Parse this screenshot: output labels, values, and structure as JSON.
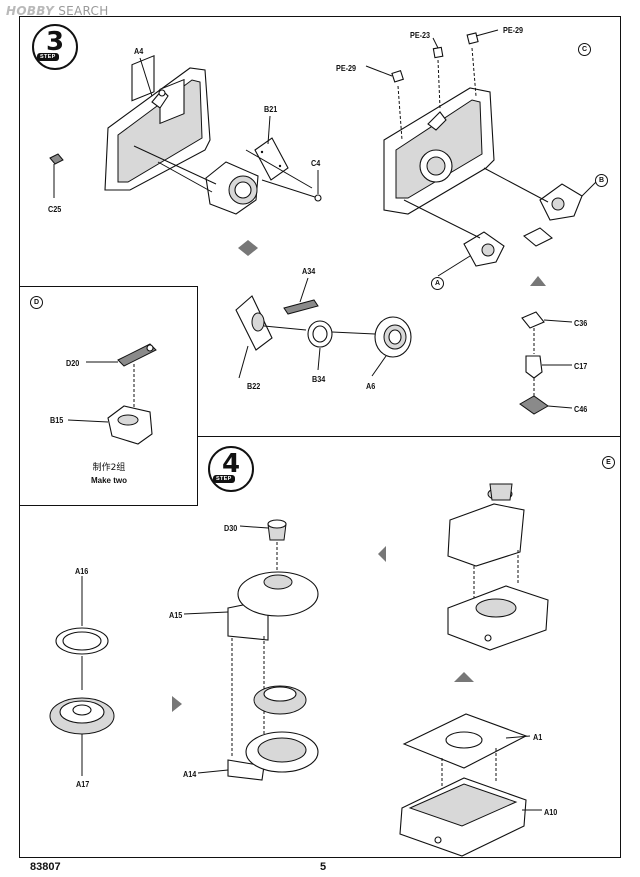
{
  "watermark": {
    "brand": "HOBBY",
    "rest": "SEARCH"
  },
  "steps": {
    "step3": {
      "number": "3",
      "tag": "STEP"
    },
    "step4": {
      "number": "4",
      "tag": "STEP"
    }
  },
  "subassembly_marks": {
    "c": "C",
    "d": "D",
    "e": "E",
    "a": "A",
    "b": "B"
  },
  "part_labels": {
    "a4": "A4",
    "c25": "C25",
    "b21": "B21",
    "c4": "C4",
    "pe23": "PE-23",
    "pe29a": "PE-29",
    "pe29b": "PE-29",
    "a34": "A34",
    "b22": "B22",
    "b34": "B34",
    "a6": "A6",
    "c36": "C36",
    "c17": "C17",
    "c46": "C46",
    "d20": "D20",
    "b15": "B15",
    "d30": "D30",
    "a15": "A15",
    "a16": "A16",
    "a17": "A17",
    "a14": "A14",
    "a1": "A1",
    "a10": "A10"
  },
  "make_two": {
    "chinese": "制作2组",
    "english": "Make two"
  },
  "footer": {
    "code": "83807",
    "page": "5"
  }
}
